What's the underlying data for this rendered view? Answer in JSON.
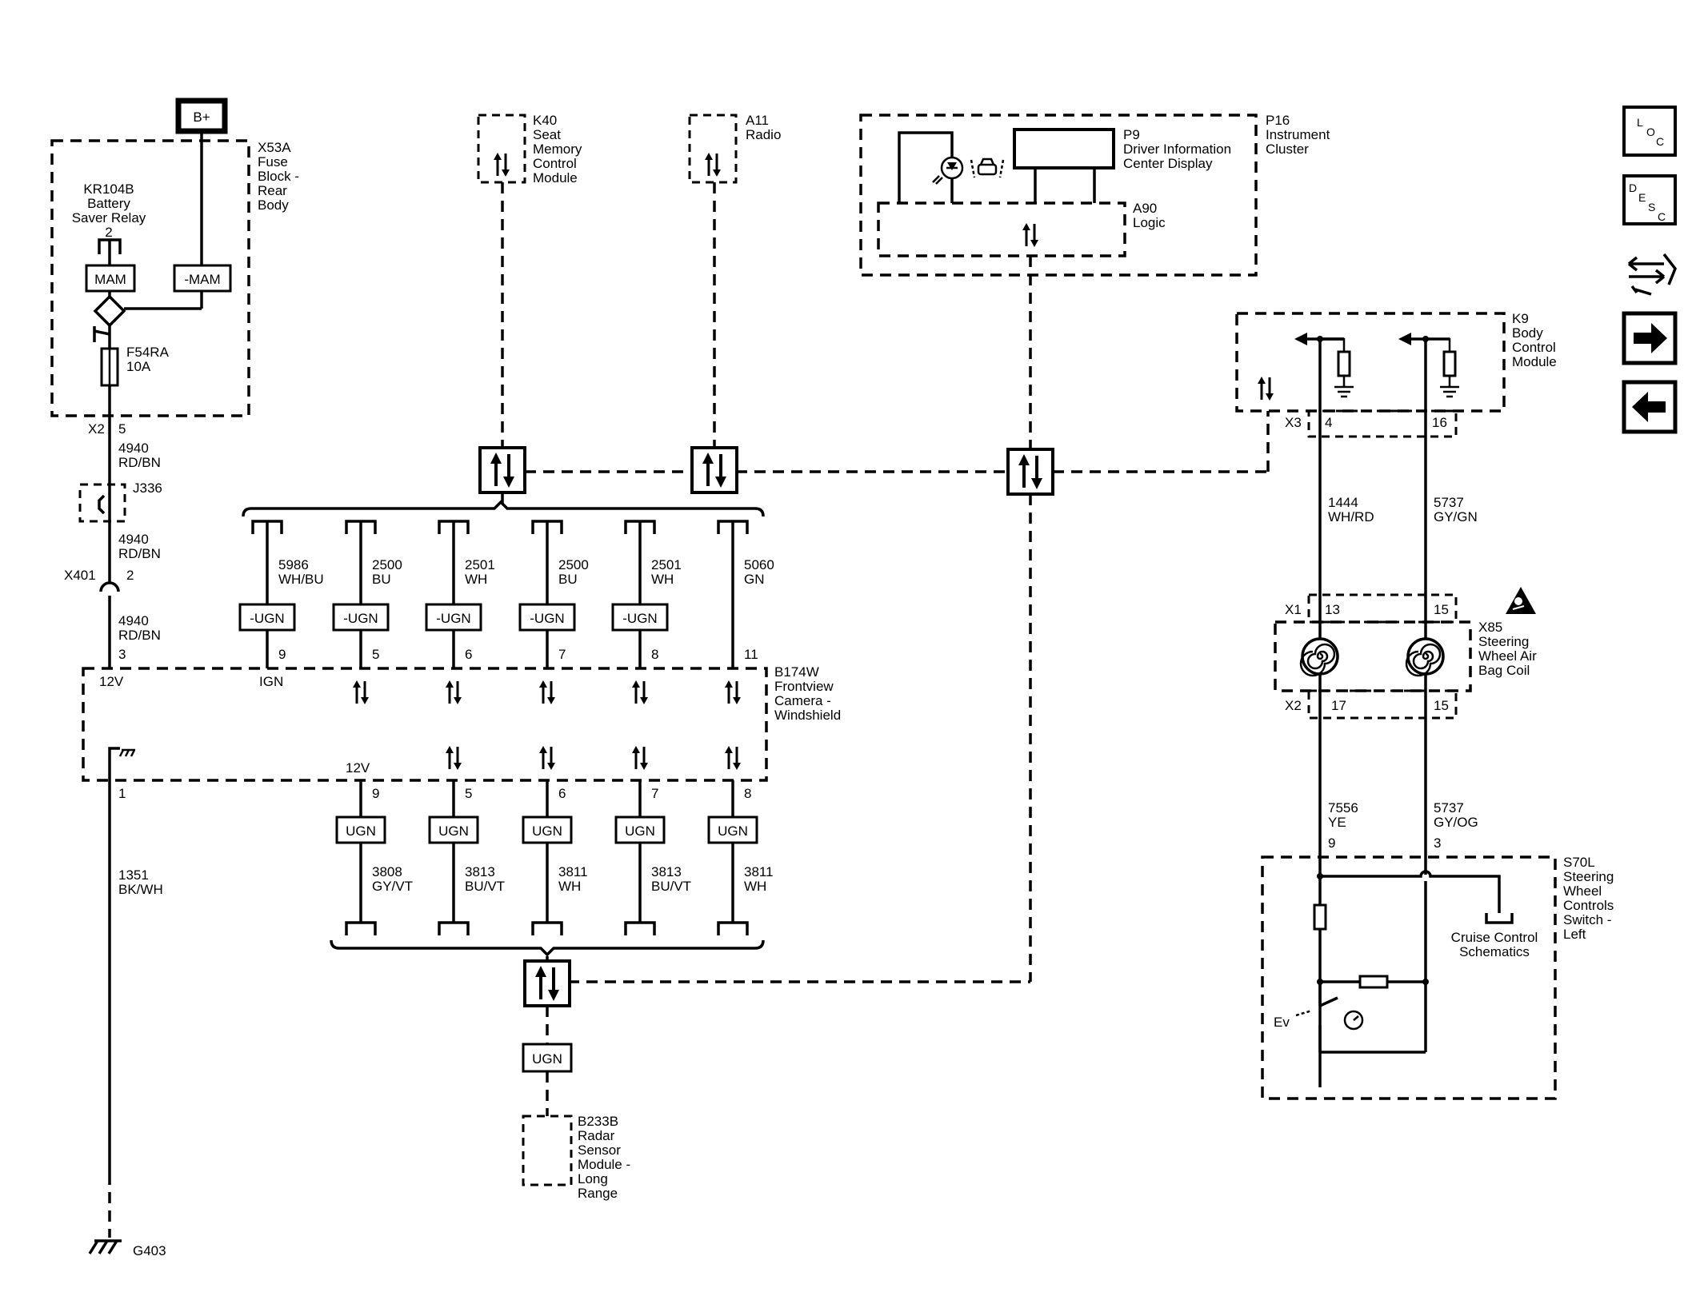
{
  "power": {
    "label": "B+"
  },
  "fuse_block": {
    "name": "X53A",
    "desc": [
      "Fuse",
      "Block -",
      "Rear",
      "Body"
    ]
  },
  "relay": {
    "name": "KR104B",
    "desc": [
      "Battery",
      "Saver Relay"
    ],
    "pin": "2",
    "left_label": "MAM",
    "right_label": "-MAM"
  },
  "fuse": {
    "name": "F54RA",
    "rating": "10A"
  },
  "x2_top": {
    "conn": "X2",
    "pin": "5"
  },
  "wire_4940_a": {
    "num": "4940",
    "color": "RD/BN"
  },
  "j336": {
    "name": "J336"
  },
  "wire_4940_b": {
    "num": "4940",
    "color": "RD/BN"
  },
  "x401": {
    "conn": "X401",
    "pin": "2"
  },
  "wire_4940_c": {
    "num": "4940",
    "color": "RD/BN"
  },
  "camera_pin_12v": {
    "pin": "3",
    "label": "12V"
  },
  "k40": {
    "name": "K40",
    "desc": [
      "Seat",
      "Memory",
      "Control",
      "Module"
    ]
  },
  "a11": {
    "name": "A11",
    "desc": [
      "Radio"
    ]
  },
  "p16": {
    "name": "P16",
    "desc": [
      "Instrument",
      "Cluster"
    ]
  },
  "p9": {
    "name": "P9",
    "desc": [
      "Driver Information",
      "Center Display"
    ]
  },
  "a90": {
    "name": "A90",
    "desc": [
      "Logic"
    ]
  },
  "k9": {
    "name": "K9",
    "desc": [
      "Body",
      "Control",
      "Module"
    ],
    "conn": "X3",
    "pins": [
      "4",
      "16"
    ]
  },
  "upper_bus_wires": [
    {
      "num": "5986",
      "color": "WH/BU",
      "label": "-UGN",
      "pin": "9"
    },
    {
      "num": "2500",
      "color": "BU",
      "label": "-UGN",
      "pin": "5"
    },
    {
      "num": "2501",
      "color": "WH",
      "label": "-UGN",
      "pin": "6"
    },
    {
      "num": "2500",
      "color": "BU",
      "label": "-UGN",
      "pin": "7"
    },
    {
      "num": "2501",
      "color": "WH",
      "label": "-UGN",
      "pin": "8"
    },
    {
      "num": "5060",
      "color": "GN",
      "label": "",
      "pin": "11"
    }
  ],
  "camera": {
    "name": "B174W",
    "desc": [
      "Frontview",
      "Camera -",
      "Windshield"
    ],
    "ign_label": "IGN",
    "ground_pin": "1",
    "lower_12v": "12V"
  },
  "lower_bus_wires": [
    {
      "pin": "9",
      "label": "UGN",
      "num": "3808",
      "color": "GY/VT"
    },
    {
      "pin": "5",
      "label": "UGN",
      "num": "3813",
      "color": "BU/VT"
    },
    {
      "pin": "6",
      "label": "UGN",
      "num": "3811",
      "color": "WH"
    },
    {
      "pin": "7",
      "label": "UGN",
      "num": "3813",
      "color": "BU/VT"
    },
    {
      "pin": "8",
      "label": "UGN",
      "num": "3811",
      "color": "WH"
    }
  ],
  "ground_wire": {
    "num": "1351",
    "color": "BK/WH"
  },
  "ground": {
    "name": "G403"
  },
  "radar_link": {
    "label": "UGN"
  },
  "b233b": {
    "name": "B233B",
    "desc": [
      "Radar",
      "Sensor",
      "Module -",
      "Long",
      "Range"
    ]
  },
  "k9_wires": [
    {
      "num": "1444",
      "color": "WH/RD"
    },
    {
      "num": "5737",
      "color": "GY/GN"
    }
  ],
  "x85": {
    "name": "X85",
    "desc": [
      "Steering",
      "Wheel Air",
      "Bag Coil"
    ],
    "top_conn": "X1",
    "top_pins": [
      "13",
      "15"
    ],
    "bottom_conn": "X2",
    "bottom_pins": [
      "17",
      "15"
    ]
  },
  "s70_wires": [
    {
      "num": "7556",
      "color": "YE",
      "pin": "9"
    },
    {
      "num": "5737",
      "color": "GY/OG",
      "pin": "3"
    }
  ],
  "s70l": {
    "name": "S70L",
    "desc": [
      "Steering",
      "Wheel",
      "Controls",
      "Switch -",
      "Left"
    ],
    "ref": [
      "Cruise Control",
      "Schematics"
    ]
  },
  "nav": [
    {
      "name": "loc-button",
      "glyph": [
        "L",
        "O",
        "C"
      ]
    },
    {
      "name": "desc-button",
      "glyph": [
        "D",
        "E",
        "S",
        "C"
      ]
    }
  ]
}
